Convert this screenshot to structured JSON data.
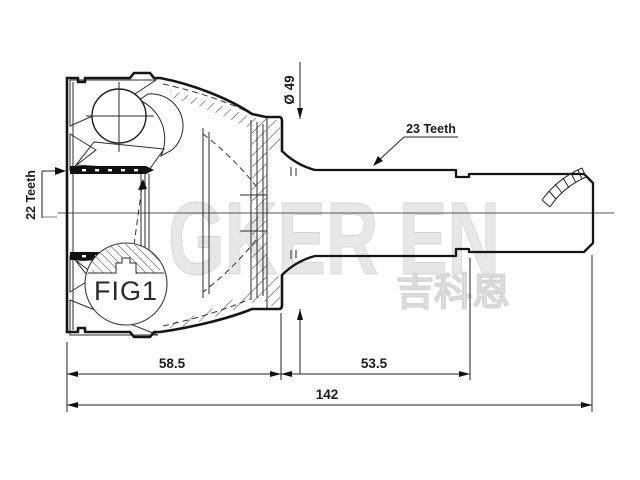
{
  "drawing": {
    "figure_label": "FIG1",
    "labels": {
      "teeth_23": "23 Teeth",
      "teeth_22": "22 Teeth",
      "diameter": "Ø 49"
    },
    "dimensions": {
      "body_length": "58.5",
      "shaft_length": "53.5",
      "total_length": "142"
    },
    "watermark": {
      "latin": "GKER EN",
      "cjk": "吉科恩"
    },
    "colors": {
      "line": "#151515",
      "watermark": "#e7e7e7",
      "background": "#ffffff"
    }
  }
}
